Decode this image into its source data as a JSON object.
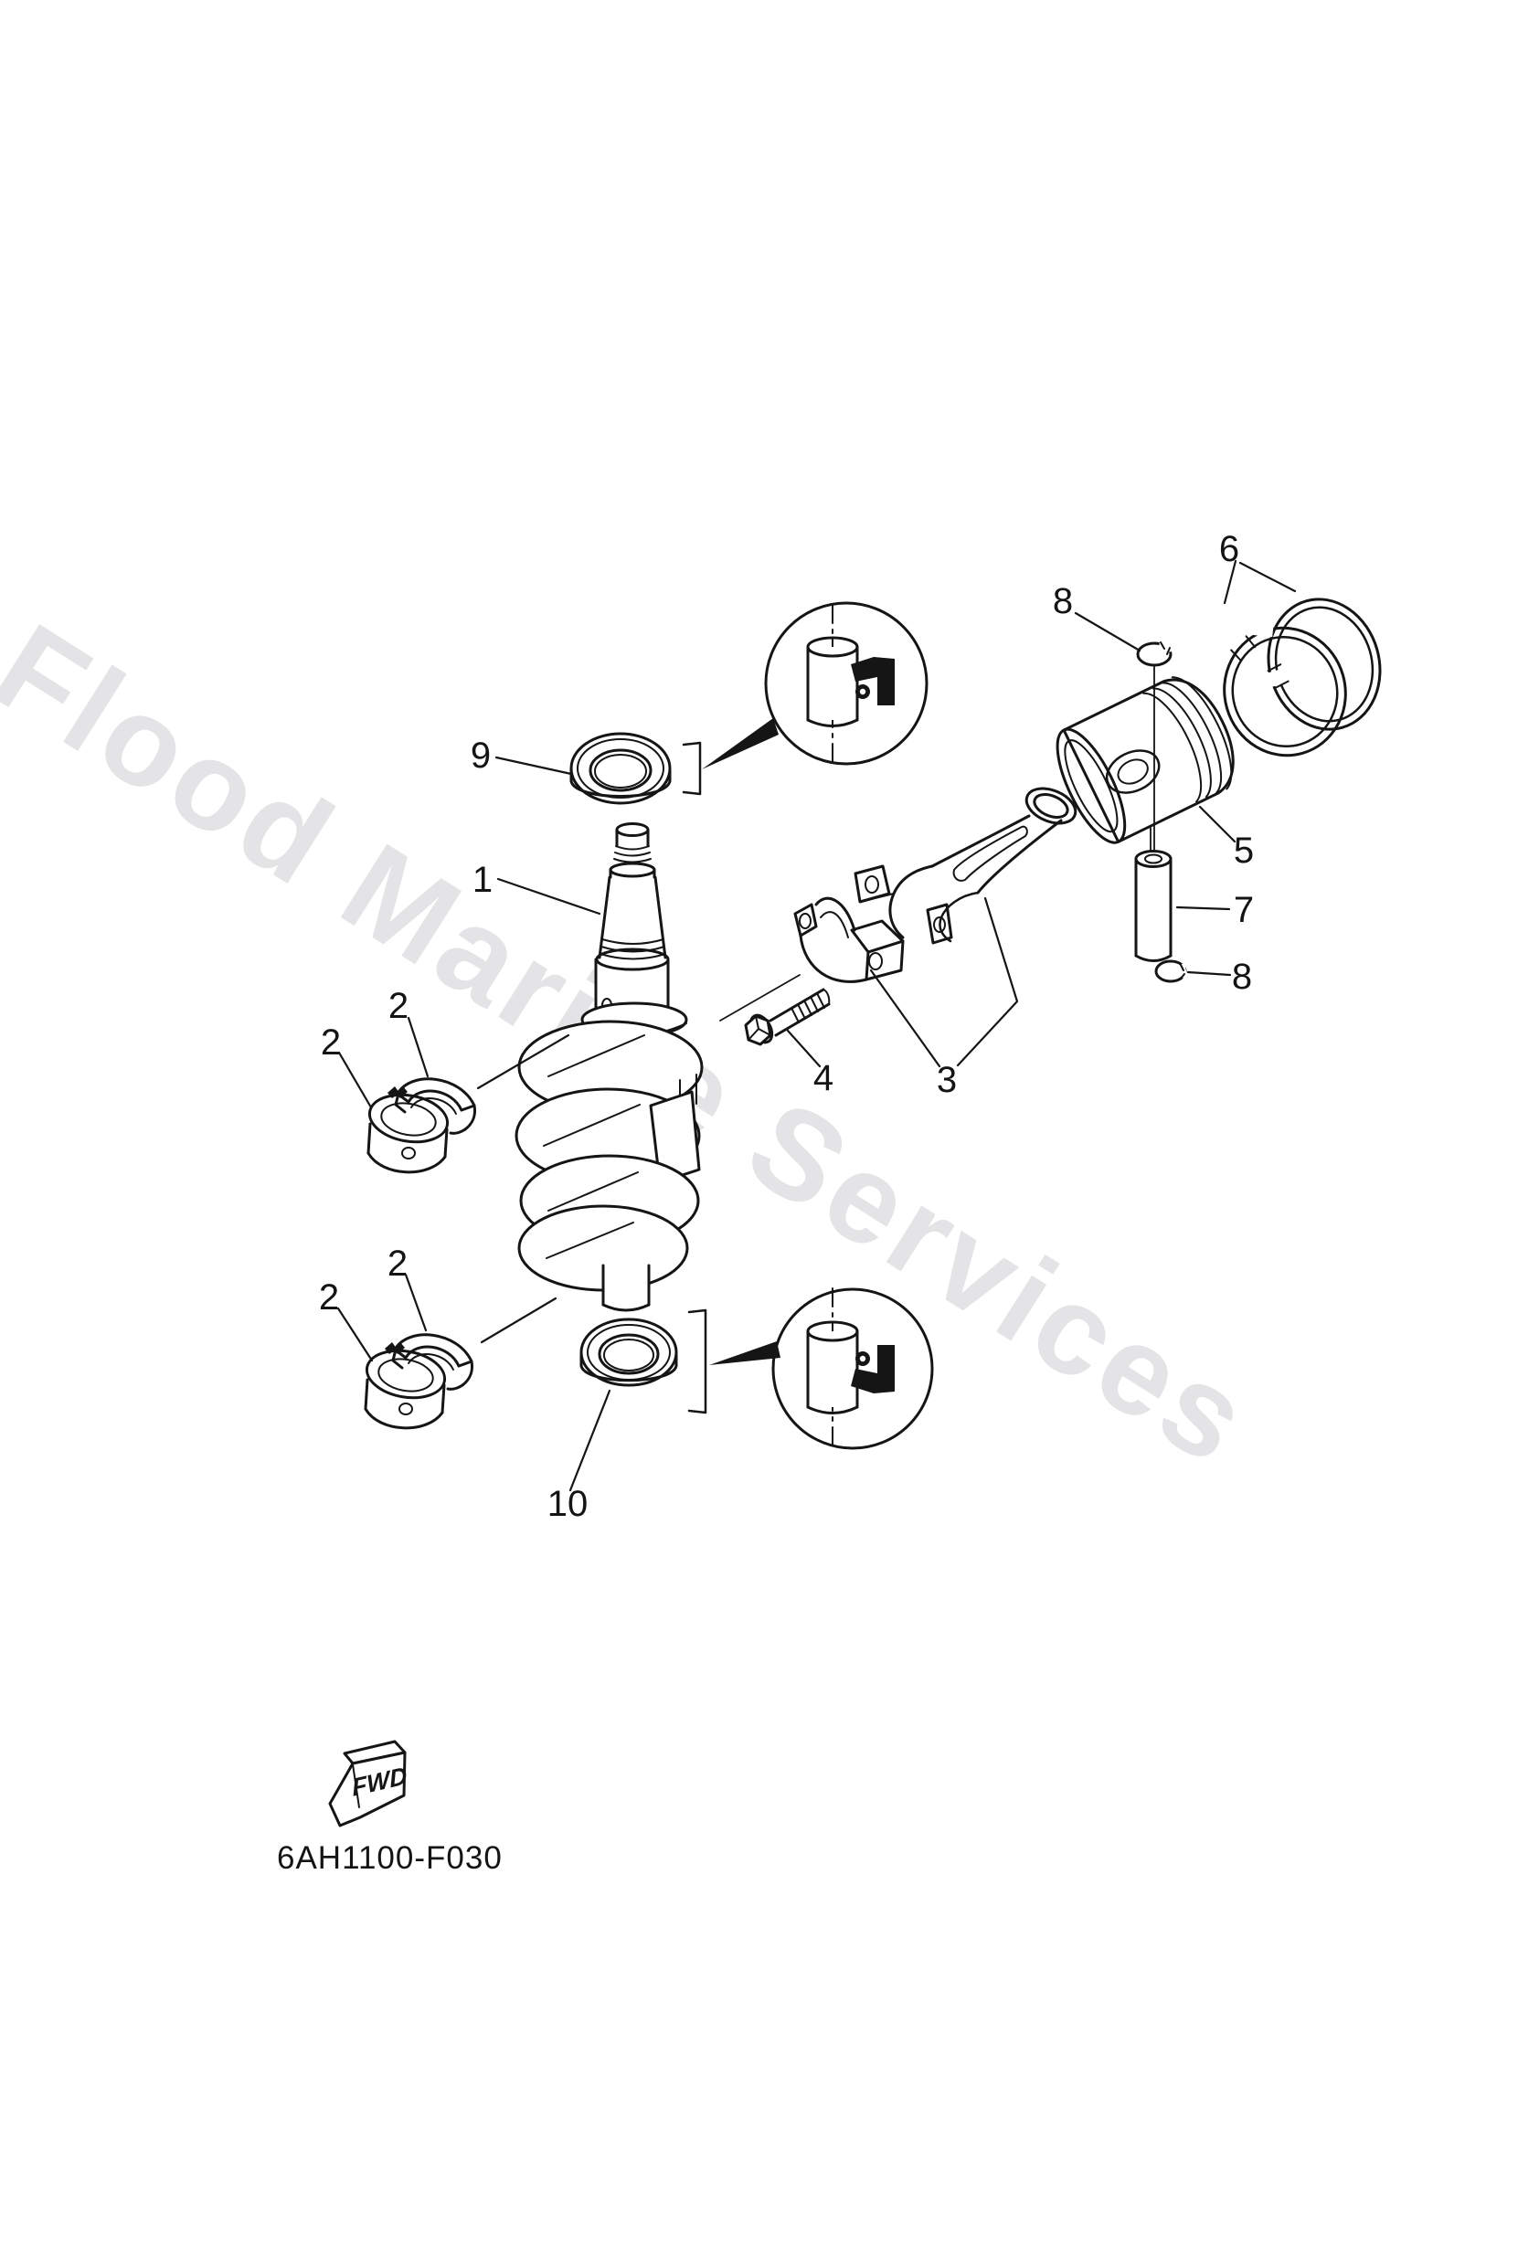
{
  "page": {
    "background": "#ffffff",
    "line_color": "#151515",
    "watermark": {
      "text": "Flood Marine Services",
      "color": "#e4e4e6"
    },
    "drawing_code": "6AH1100-F030",
    "fwd_badge": "FWD"
  },
  "part_labels": {
    "1": "1",
    "2": "2",
    "3": "3",
    "4": "4",
    "5": "5",
    "6": "6",
    "7": "7",
    "8": "8",
    "9": "9",
    "10": "10"
  }
}
